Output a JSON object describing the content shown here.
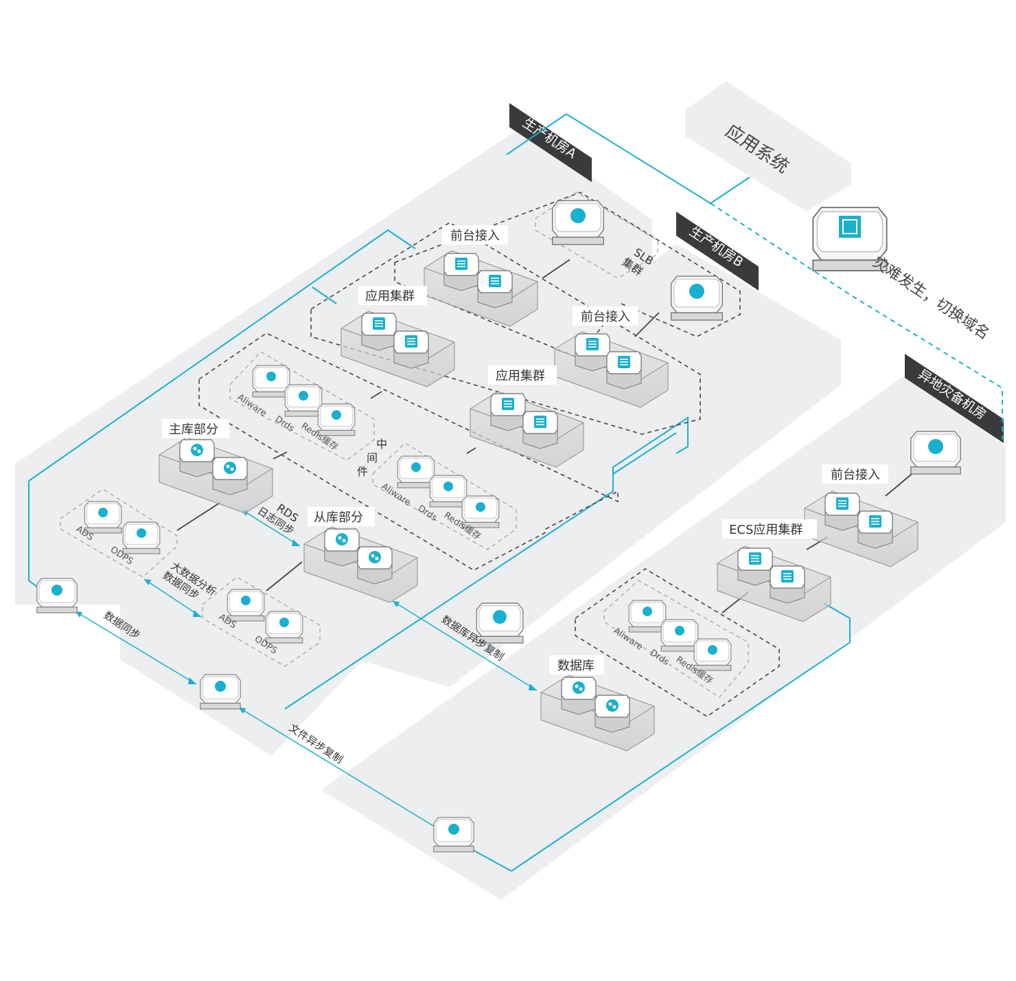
{
  "colors": {
    "accent": "#1ab0cf",
    "plate": "#eceef0",
    "tag": "#383a3c",
    "dash": "#444444"
  },
  "rooms": {
    "room_a": "生产机房A",
    "room_b": "生产机房B",
    "room_dr": "异地灾备机房",
    "app_system": "应用系统",
    "failover": "灾难发生，切换域名"
  },
  "clusters": {
    "frontend": "前台接入",
    "app_cluster": "应用集群",
    "ecs_cluster": "ECS应用集群",
    "master_db": "主库部分",
    "slave_db": "从库部分",
    "database": "数据库"
  },
  "labels": {
    "slb_1": "SLB",
    "slb_2": "集群",
    "middleware": [
      "中",
      "间",
      "件"
    ],
    "rds_1": "RDS",
    "rds_2": "日志同步",
    "bigdata_1": "大数据分析",
    "bigdata_2": "数据同步",
    "data_sync": "数据同步",
    "db_async": "数据库异步复制",
    "file_async": "文件异步复制"
  },
  "products": {
    "aliware": "Aliware",
    "drds": "Drds",
    "redis": "Redis缓存",
    "ads": "ADS",
    "odps": "ODPS"
  },
  "icons": [
    "slb-icon",
    "server-icon",
    "database-icon",
    "middleware-icon",
    "analytics-icon",
    "oss-icon",
    "dns-icon",
    "cdn-icon"
  ]
}
